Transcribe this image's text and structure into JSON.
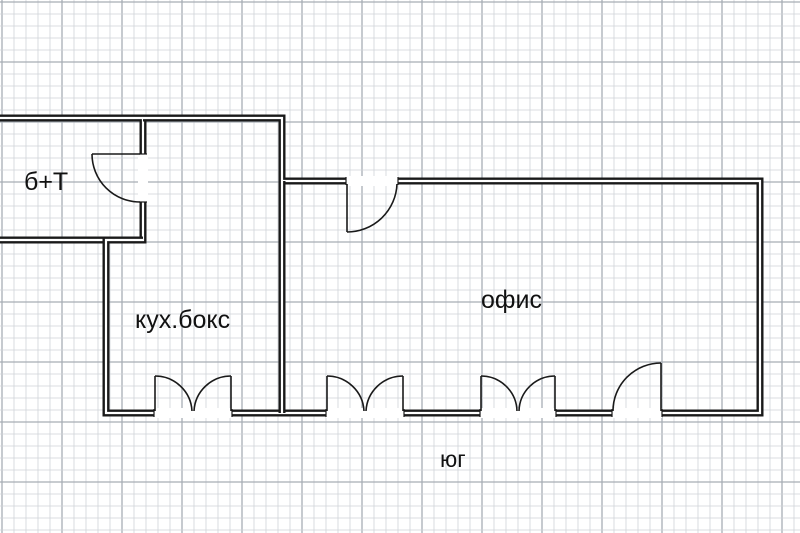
{
  "rooms": {
    "bath": "б+Т",
    "kitchen": "кух.бокс",
    "office": "офис"
  },
  "orientation": "юг",
  "colors": {
    "wall": "#1a1a1a",
    "grid_minor": "#cfd3d8",
    "grid_major": "#a7adb5",
    "background": "#ffffff"
  }
}
